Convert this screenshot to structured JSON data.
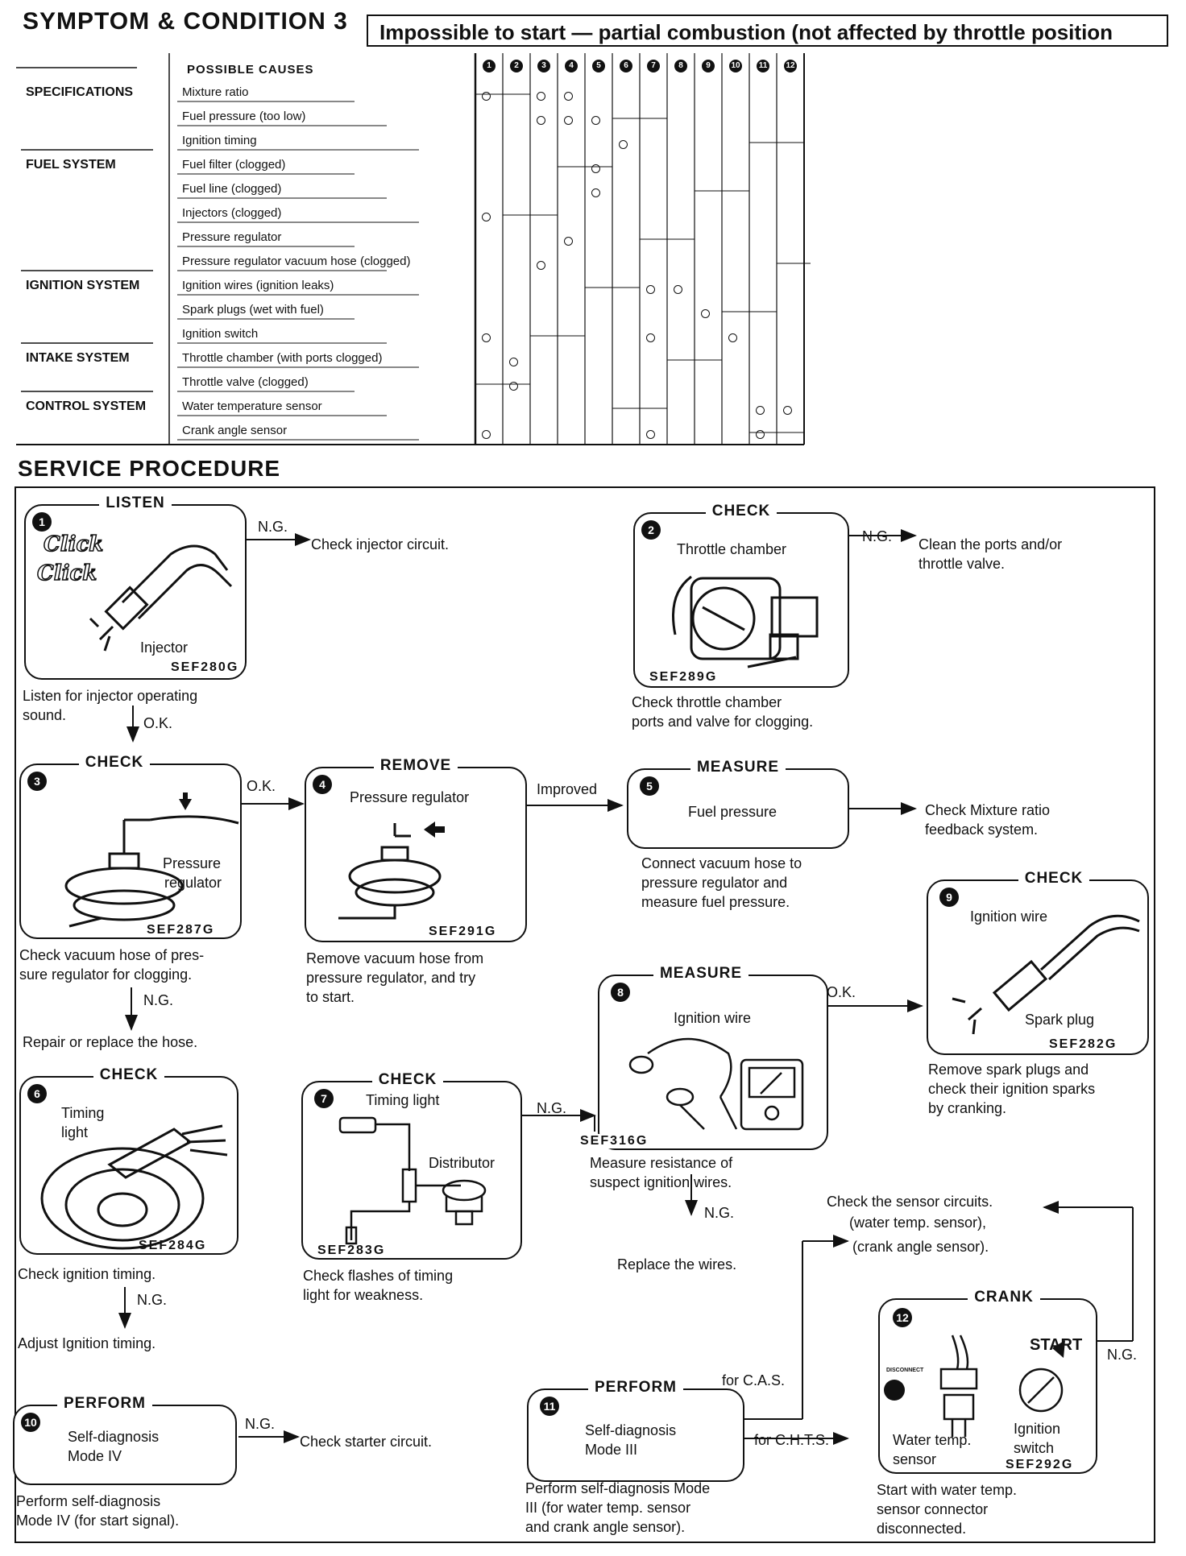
{
  "header": {
    "title": "SYMPTOM & CONDITION 3",
    "condition": "Impossible to start — partial combustion (not affected by throttle position"
  },
  "matrix": {
    "causes_header": "POSSIBLE CAUSES",
    "step_numbers": [
      "1",
      "2",
      "3",
      "4",
      "5",
      "6",
      "7",
      "8",
      "9",
      "10",
      "11",
      "12"
    ],
    "categories": [
      {
        "label": "SPECIFICATIONS",
        "row": 0
      },
      {
        "label": "FUEL SYSTEM",
        "row": 3
      },
      {
        "label": "IGNITION SYSTEM",
        "row": 8
      },
      {
        "label": "INTAKE SYSTEM",
        "row": 11
      },
      {
        "label": "CONTROL SYSTEM",
        "row": 13
      }
    ],
    "rows": [
      {
        "cause": "Mixture ratio",
        "marks": [
          1,
          3,
          4
        ]
      },
      {
        "cause": "Fuel pressure (too low)",
        "marks": [
          3,
          4,
          5
        ]
      },
      {
        "cause": "Ignition timing",
        "marks": [
          6
        ]
      },
      {
        "cause": "Fuel filter (clogged)",
        "marks": [
          5
        ]
      },
      {
        "cause": "Fuel line (clogged)",
        "marks": [
          5
        ]
      },
      {
        "cause": "Injectors (clogged)",
        "marks": [
          1
        ]
      },
      {
        "cause": "Pressure regulator",
        "marks": [
          4
        ]
      },
      {
        "cause": "Pressure regulator vacuum hose (clogged)",
        "marks": [
          3
        ]
      },
      {
        "cause": "Ignition wires (ignition leaks)",
        "marks": [
          7,
          8
        ]
      },
      {
        "cause": "Spark plugs (wet with fuel)",
        "marks": [
          9
        ]
      },
      {
        "cause": "Ignition switch",
        "marks": [
          1,
          7,
          10
        ]
      },
      {
        "cause": "Throttle chamber (with ports clogged)",
        "marks": [
          2
        ]
      },
      {
        "cause": "Throttle valve (clogged)",
        "marks": [
          2
        ]
      },
      {
        "cause": "Water temperature sensor",
        "marks": [
          11,
          12
        ]
      },
      {
        "cause": "Crank angle sensor",
        "marks": [
          1,
          7,
          11
        ]
      }
    ]
  },
  "service": {
    "title": "SERVICE PROCEDURE",
    "s1": {
      "num": "1",
      "head": "LISTEN",
      "click1": "Click",
      "click2": "Click",
      "label": "Injector",
      "code": "SEF280G",
      "caption": [
        "Listen for injector operating",
        "sound."
      ],
      "ng": "N.G.",
      "ng_text": "Check injector circuit.",
      "ok": "O.K."
    },
    "s2": {
      "num": "2",
      "head": "CHECK",
      "label": "Throttle chamber",
      "code": "SEF289G",
      "caption": [
        "Check throttle chamber",
        "ports and valve for clogging."
      ],
      "ng": "N.G.",
      "ng_text": [
        "Clean the ports and/or",
        "throttle valve."
      ]
    },
    "s3": {
      "num": "3",
      "head": "CHECK",
      "label": [
        "Pressure",
        "regulator"
      ],
      "code": "SEF287G",
      "caption": [
        "Check vacuum hose of pres-",
        "sure regulator for clogging."
      ],
      "ok": "O.K.",
      "ng": "N.G.",
      "ng_text": "Repair or replace the hose."
    },
    "s4": {
      "num": "4",
      "head": "REMOVE",
      "label": "Pressure regulator",
      "code": "SEF291G",
      "caption": [
        "Remove vacuum hose from",
        "pressure regulator, and try",
        "to start."
      ],
      "improved": "Improved"
    },
    "s5": {
      "num": "5",
      "head": "MEASURE",
      "label": "Fuel pressure",
      "caption": [
        "Connect vacuum hose to",
        "pressure regulator and",
        "measure fuel pressure."
      ],
      "next": [
        "Check Mixture ratio",
        "feedback system."
      ]
    },
    "s6": {
      "num": "6",
      "head": "CHECK",
      "label": [
        "Timing",
        "light"
      ],
      "code": "SEF284G",
      "caption": "Check ignition timing.",
      "ng": "N.G.",
      "ng_text": "Adjust Ignition timing."
    },
    "s7": {
      "num": "7",
      "head": "CHECK",
      "label1": "Timing light",
      "label2": "Distributor",
      "code": "SEF283G",
      "caption": [
        "Check flashes of timing",
        "light for weakness."
      ],
      "ng": "N.G."
    },
    "s8": {
      "num": "8",
      "head": "MEASURE",
      "label": "Ignition wire",
      "code": "SEF316G",
      "caption": [
        "Measure resistance of",
        "suspect ignition wires."
      ],
      "ok": "O.K.",
      "ng": "N.G.",
      "ng_text": "Replace the wires."
    },
    "s9": {
      "num": "9",
      "head": "CHECK",
      "label1": "Ignition wire",
      "label2": "Spark plug",
      "code": "SEF282G",
      "caption": [
        "Remove spark plugs and",
        "check their ignition sparks",
        "by cranking."
      ]
    },
    "s10": {
      "num": "10",
      "head": "PERFORM",
      "label": [
        "Self-diagnosis",
        "Mode IV"
      ],
      "caption": [
        "Perform self-diagnosis",
        "Mode IV (for start signal)."
      ],
      "ng": "N.G.",
      "ng_text": "Check starter circuit."
    },
    "s11": {
      "num": "11",
      "head": "PERFORM",
      "label": [
        "Self-diagnosis",
        "Mode III"
      ],
      "caption": [
        "Perform self-diagnosis Mode",
        "III (for water temp. sensor",
        "and crank angle sensor)."
      ],
      "cas": "for C.A.S.",
      "chts": "for C.H.T.S."
    },
    "s12": {
      "num": "12",
      "head": "CRANK",
      "start": "START",
      "disconnect": "DISCONNECT",
      "label1": [
        "Water temp.",
        "sensor"
      ],
      "label2": [
        "Ignition",
        "switch"
      ],
      "code": "SEF292G",
      "caption": [
        "Start with water temp.",
        "sensor connector",
        "disconnected."
      ],
      "ng": "N.G."
    },
    "sensor_check": [
      "Check the sensor circuits.",
      "(water temp. sensor),",
      "(crank angle sensor)."
    ]
  }
}
